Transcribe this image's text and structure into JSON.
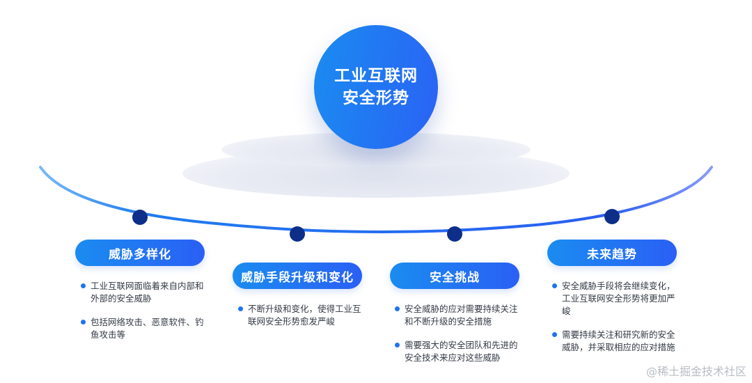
{
  "hub": {
    "line1": "工业互联网",
    "line2": "安全形势",
    "color_start": "#1a8cf0",
    "color_end": "#2a62f5"
  },
  "arc": {
    "color": "#2a6df0",
    "node_color": "#0d2f8a"
  },
  "sections": [
    {
      "title": "威胁多样化",
      "bullets": [
        "工业互联网面临着来自内部和外部的安全威胁",
        "包括网络攻击、恶意软件、钓鱼攻击等"
      ]
    },
    {
      "title": "威胁手段升级和变化",
      "bullets": [
        "不断升级和变化，使得工业互联网安全形势愈发严峻"
      ]
    },
    {
      "title": "安全挑战",
      "bullets": [
        "安全威胁的应对需要持续关注和不断升级的安全措施",
        "需要强大的安全团队和先进的安全技术来应对这些威胁"
      ]
    },
    {
      "title": "未来趋势",
      "bullets": [
        "安全威胁手段将会继续变化，工业互联网安全形势将更加严峻",
        "需要持续关注和研究新的安全威胁，并采取相应的应对措施"
      ]
    }
  ],
  "watermark": "@稀土掘金技术社区"
}
